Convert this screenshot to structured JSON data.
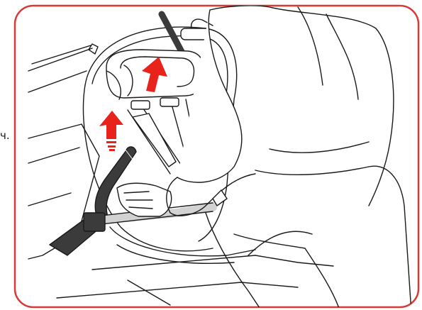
{
  "margin_text": "ч.",
  "colors": {
    "frame": "#d93a35",
    "arrow": "#e8231c",
    "line": "#1a1a1a",
    "shade": "#d2d2d2",
    "dark_part": "#3b3b3b"
  },
  "figure": {
    "description_items": [
      "car-seat",
      "headrest",
      "harness",
      "buckle",
      "belt-guide",
      "person-installing",
      "raise-arrows"
    ]
  }
}
